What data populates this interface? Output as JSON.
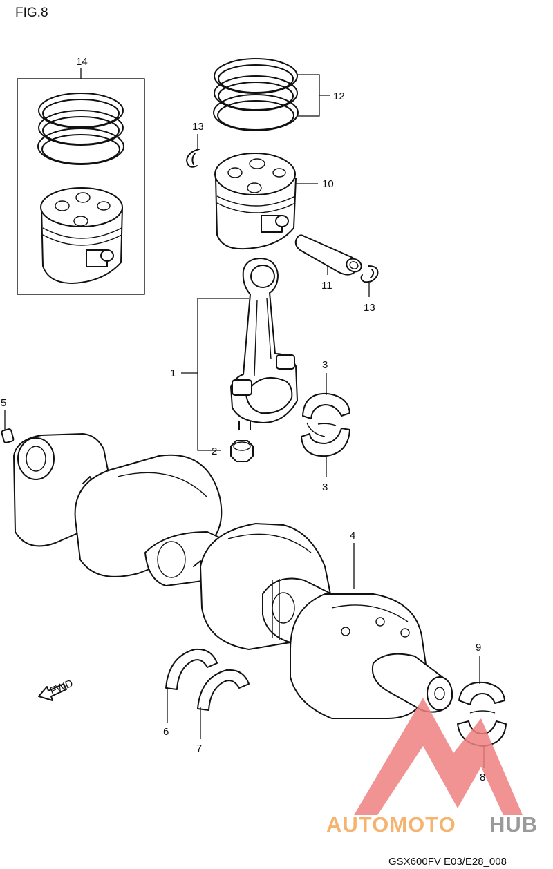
{
  "figure": {
    "title": "FIG.8",
    "code": "GSX600FV E03/E28_008",
    "fwd_label": "FWD"
  },
  "callouts": [
    "1",
    "2",
    "3",
    "3",
    "4",
    "5",
    "6",
    "7",
    "8",
    "9",
    "10",
    "11",
    "12",
    "13",
    "13",
    "14"
  ],
  "watermark": {
    "part1": "AUTOMOTO",
    "part2": "HUB",
    "color_primary": "#f6b36f",
    "color_secondary": "#9a9a9a",
    "logo_color": "#f08080"
  }
}
